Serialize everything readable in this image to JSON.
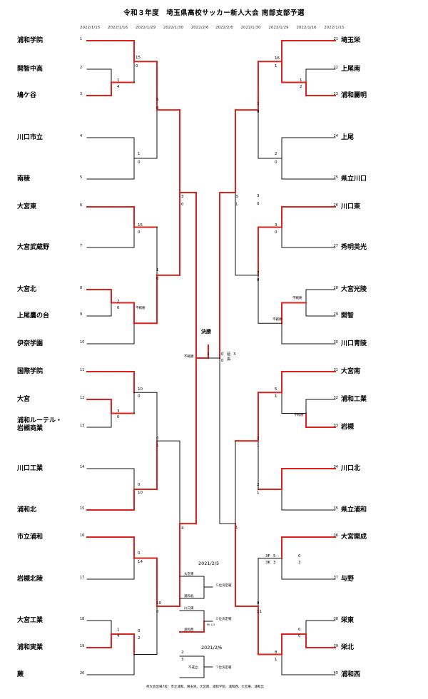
{
  "title": "令和３年度　埼玉県高校サッカー新人大会 南部支部予選",
  "dates_left": [
    "2022/1/15",
    "2022/1/16",
    "2022/1/29",
    "2022/1/30",
    "2022/2/6"
  ],
  "dates_right": [
    "2022/2/6",
    "2022/1/30",
    "2022/1/29",
    "2022/1/16",
    "2022/1/15"
  ],
  "teams_left": [
    {
      "seed": "1",
      "name": "浦和学院"
    },
    {
      "seed": "2",
      "name": "開智中高"
    },
    {
      "seed": "3",
      "name": "鳩ケ谷"
    },
    {
      "seed": "4",
      "name": "川口市立"
    },
    {
      "seed": "5",
      "name": "南稜"
    },
    {
      "seed": "6",
      "name": "大宮東"
    },
    {
      "seed": "7",
      "name": "大宮武蔵野"
    },
    {
      "seed": "8",
      "name": "大宮北"
    },
    {
      "seed": "9",
      "name": "上尾鷹の台"
    },
    {
      "seed": "10",
      "name": "伊奈学園"
    },
    {
      "seed": "11",
      "name": "国際学院"
    },
    {
      "seed": "12",
      "name": "大宮"
    },
    {
      "seed": "13",
      "name": "浦和ルーテル・",
      "name2": "岩槻商業"
    },
    {
      "seed": "14",
      "name": "川口工業"
    },
    {
      "seed": "15",
      "name": "浦和北"
    },
    {
      "seed": "16",
      "name": "市立浦和"
    },
    {
      "seed": "17",
      "name": "岩槻北陵"
    },
    {
      "seed": "18",
      "name": "大宮工業"
    },
    {
      "seed": "19",
      "name": "浦和実業"
    },
    {
      "seed": "20",
      "name": "蕨"
    }
  ],
  "teams_right": [
    {
      "seed": "21",
      "name": "埼玉栄"
    },
    {
      "seed": "22",
      "name": "上尾南"
    },
    {
      "seed": "23",
      "name": "浦和麗明"
    },
    {
      "seed": "24",
      "name": "上尾"
    },
    {
      "seed": "25",
      "name": "県立川口"
    },
    {
      "seed": "26",
      "name": "川口東"
    },
    {
      "seed": "27",
      "name": "秀明英光"
    },
    {
      "seed": "28",
      "name": "大宮光陵"
    },
    {
      "seed": "29",
      "name": "開智"
    },
    {
      "seed": "30",
      "name": "川口青陵"
    },
    {
      "seed": "31",
      "name": "大宮南"
    },
    {
      "seed": "32",
      "name": "浦和工業"
    },
    {
      "seed": "33",
      "name": "岩槻"
    },
    {
      "seed": "34",
      "name": "川口北"
    },
    {
      "seed": "35",
      "name": "県立浦和"
    },
    {
      "seed": "36",
      "name": "大宮開成"
    },
    {
      "seed": "37",
      "name": "与野"
    },
    {
      "seed": "38",
      "name": "栄東"
    },
    {
      "seed": "39",
      "name": "栄北"
    },
    {
      "seed": "40",
      "name": "浦和西"
    }
  ],
  "scores": [
    "15",
    "0",
    "1",
    "4",
    "5",
    "0",
    "1",
    "0",
    "15",
    "0",
    "2",
    "0",
    "1",
    "0",
    "3",
    "0",
    "10",
    "0",
    "3",
    "0",
    "0",
    "1",
    "0",
    "10",
    "0",
    "14",
    "0",
    "2",
    "4",
    "10",
    "0",
    "1",
    "4",
    "2",
    "3",
    "1",
    "0",
    "16",
    "1",
    "1",
    "2",
    "2",
    "0",
    "3",
    "0",
    "3",
    "0",
    "7",
    "0",
    "3",
    "1",
    "5",
    "1",
    "2",
    "1",
    "2",
    "1",
    "1",
    "3F",
    "5",
    "3K",
    "3",
    "0",
    "11",
    "0",
    "0",
    "8",
    "1",
    "0",
    "3",
    "1"
  ],
  "final": {
    "label": "決勝",
    "left": "1",
    "right": "0",
    "pk_left": "0",
    "pk_right": "3",
    "pk_word": "延",
    "pk_word2": "長"
  },
  "notes": {
    "forfeit": "不戦勝",
    "date_a": "2021/2/5",
    "date_b": "2021/2/6",
    "p5": "５位決定戦",
    "p7": "７位決定戦",
    "pa_top": "大宮東",
    "pa_bot": "浦和北",
    "pb_top": "川口東",
    "pb_bot": "浦和西",
    "pc_top": "不成立",
    "pb_tag": "PK 4-3",
    "footer": "県大会出場7校：市立浦和、埼玉栄、大宮南、浦和学院、浦和西、大宮東、浦和北"
  }
}
